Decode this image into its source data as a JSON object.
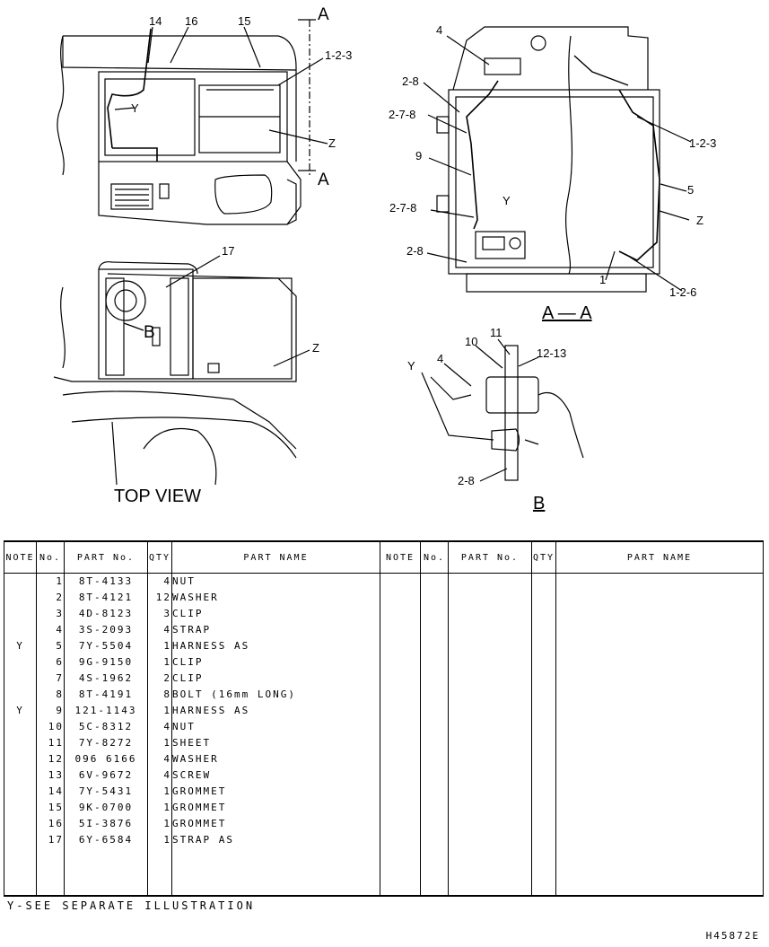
{
  "callouts": {
    "n14": "14",
    "n16": "16",
    "n15": "15",
    "n123a": "1-2-3",
    "yA": "Y",
    "zA": "Z",
    "secA_top": "A",
    "secA_bot": "A",
    "n17": "17",
    "nB": "B",
    "zB": "Z",
    "n4": "4",
    "n28a": "2-8",
    "n278a": "2-7-8",
    "n9": "9",
    "n278b": "2-7-8",
    "n28b": "2-8",
    "n123b": "1-2-3",
    "n5": "5",
    "zC": "Z",
    "yC": "Y",
    "n1": "1",
    "n126": "1-2-6",
    "n10": "10",
    "n11": "11",
    "n1213": "12-13",
    "n4b": "4",
    "yD": "Y",
    "n28c": "2-8"
  },
  "view_titles": {
    "top_view": "TOP VIEW",
    "section_aa": "A — A",
    "detail_b": "B"
  },
  "table": {
    "headers": {
      "note": "NOTE",
      "no": "No.",
      "part_no": "PART  No.",
      "qty": "QTY",
      "part_name": "PART  NAME"
    },
    "rows": [
      {
        "note": "",
        "no": "1",
        "part_no": "8T-4133",
        "qty": "4",
        "name": "NUT"
      },
      {
        "note": "",
        "no": "2",
        "part_no": "8T-4121",
        "qty": "12",
        "name": "WASHER"
      },
      {
        "note": "",
        "no": "3",
        "part_no": "4D-8123",
        "qty": "3",
        "name": "CLIP"
      },
      {
        "note": "",
        "no": "4",
        "part_no": "3S-2093",
        "qty": "4",
        "name": "STRAP"
      },
      {
        "note": "Y",
        "no": "5",
        "part_no": "7Y-5504",
        "qty": "1",
        "name": "HARNESS AS"
      },
      {
        "note": "",
        "no": "6",
        "part_no": "9G-9150",
        "qty": "1",
        "name": "CLIP"
      },
      {
        "note": "",
        "no": "7",
        "part_no": "4S-1962",
        "qty": "2",
        "name": "CLIP"
      },
      {
        "note": "",
        "no": "8",
        "part_no": "8T-4191",
        "qty": "8",
        "name": "BOLT (16mm LONG)"
      },
      {
        "note": "Y",
        "no": "9",
        "part_no": "121-1143",
        "qty": "1",
        "name": "HARNESS AS"
      },
      {
        "note": "",
        "no": "10",
        "part_no": "5C-8312",
        "qty": "4",
        "name": "NUT"
      },
      {
        "note": "",
        "no": "11",
        "part_no": "7Y-8272",
        "qty": "1",
        "name": "SHEET"
      },
      {
        "note": "",
        "no": "12",
        "part_no": "096 6166",
        "qty": "4",
        "name": "WASHER"
      },
      {
        "note": "",
        "no": "13",
        "part_no": "6V-9672",
        "qty": "4",
        "name": "SCREW"
      },
      {
        "note": "",
        "no": "14",
        "part_no": "7Y-5431",
        "qty": "1",
        "name": "GROMMET"
      },
      {
        "note": "",
        "no": "15",
        "part_no": "9K-0700",
        "qty": "1",
        "name": "GROMMET"
      },
      {
        "note": "",
        "no": "16",
        "part_no": "5I-3876",
        "qty": "1",
        "name": "GROMMET"
      },
      {
        "note": "",
        "no": "17",
        "part_no": "6Y-6584",
        "qty": "1",
        "name": "STRAP AS"
      }
    ]
  },
  "footnote": "Y-SEE SEPARATE ILLUSTRATION",
  "drawing_number": "H45872E"
}
